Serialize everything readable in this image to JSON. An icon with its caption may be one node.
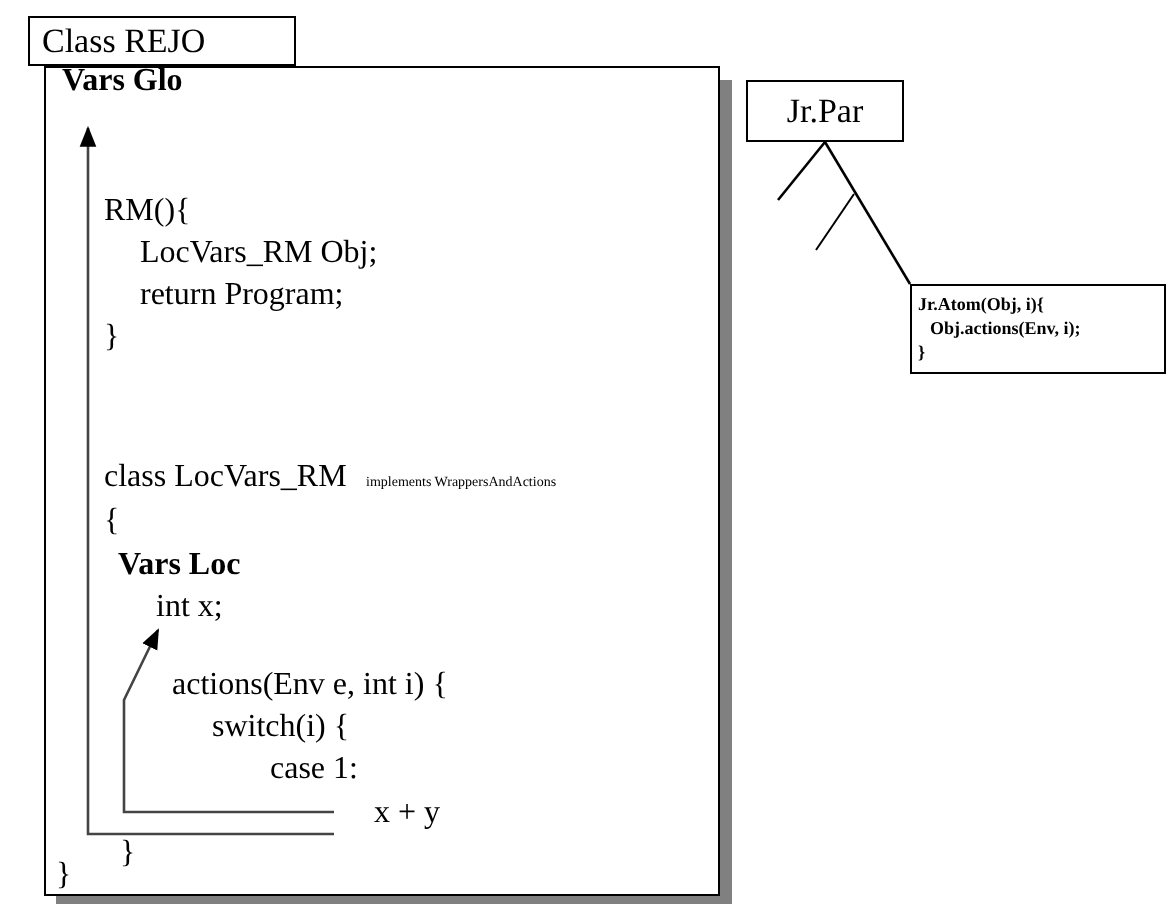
{
  "diagram": {
    "nodes": [
      {
        "text": [
          "Class REJO"
        ]
      },
      {
        "text": [
          "RM(){",
          "LocVars_RM Obj;",
          "return Program;",
          "}",
          "class LocVars_RM",
          "implements WrappersAndActions",
          "{",
          "actions(Env e, int i) {",
          "switch(i) {",
          "case 1:",
          "}",
          "}"
        ]
      },
      {
        "text": [
          "Vars Glo"
        ],
        "in": 1
      },
      {
        "text": [
          "Vars Loc"
        ],
        "in": 1
      },
      {
        "text": [
          "int x;"
        ],
        "in": 1
      },
      {
        "text": [
          "x + y"
        ],
        "in": 1
      },
      {
        "text": [
          "Jr.Par"
        ]
      },
      {
        "text": [
          "Jr.Atom(Obj, i){",
          "Obj.actions(Env, i);",
          "}"
        ]
      }
    ],
    "edges": [
      {
        "from": 5,
        "to": 2,
        "arrow": "to"
      },
      {
        "from": 5,
        "to": 4,
        "arrow": "to"
      },
      {
        "from": 6,
        "to": 7,
        "arrow": "none"
      },
      {
        "from": 6,
        "to": null,
        "arrow": "none"
      }
    ]
  }
}
